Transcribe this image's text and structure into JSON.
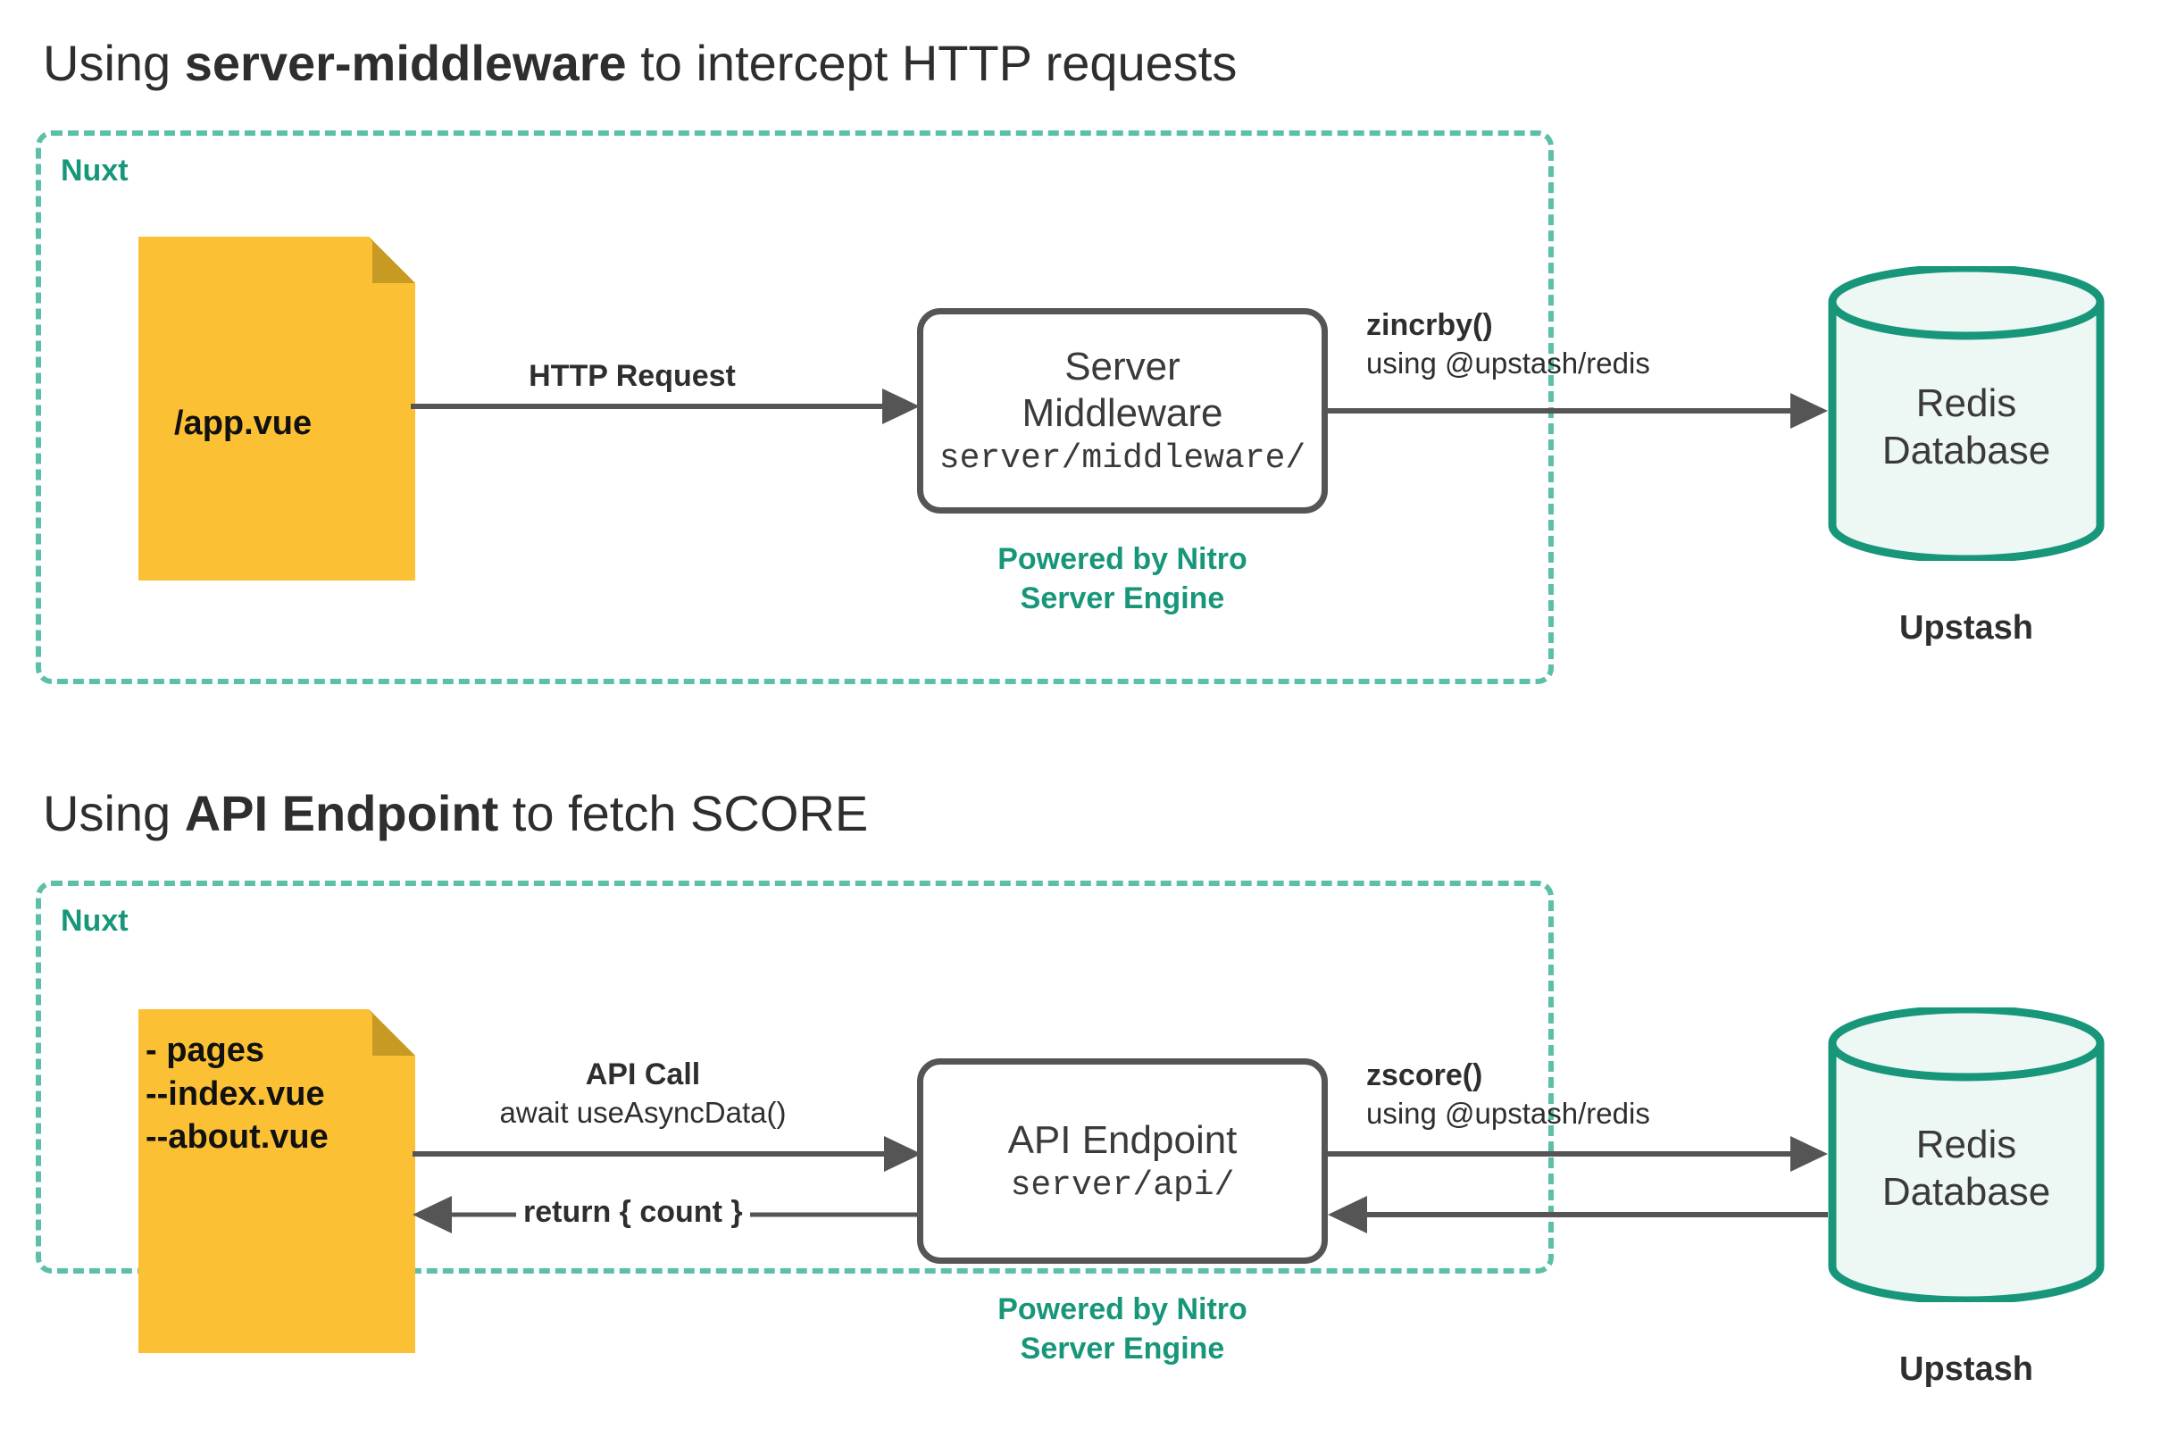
{
  "colors": {
    "nuxt_border": "#5cbfa8",
    "nuxt_label": "#17967a",
    "accent_teal": "#17967a",
    "file_yellow": "#FBC034",
    "file_fold": "#C69A23",
    "box_border": "#555555",
    "arrow": "#555555",
    "db_border": "#17967a",
    "db_fill": "#edf7f4",
    "text": "#2e2e2e"
  },
  "sections": [
    {
      "id": "middleware",
      "title": {
        "pre": "Using ",
        "bold": "server-middleware",
        "post": " to intercept HTTP requests"
      },
      "container_label": "Nuxt",
      "file": {
        "lines": "/app.vue"
      },
      "process": {
        "title": "Server\nMiddleware",
        "path": "server/middleware/",
        "powered": "Powered by Nitro\nServer Engine"
      },
      "database": {
        "name": "Redis\nDatabase",
        "caption": "Upstash"
      },
      "arrows": [
        {
          "id": "http-request",
          "label_bold": "HTTP Request",
          "label_plain": ""
        },
        {
          "id": "zincrby",
          "label_bold": "zincrby()",
          "label_plain": "using @upstash/redis"
        }
      ]
    },
    {
      "id": "api-endpoint",
      "title": {
        "pre": "Using ",
        "bold": "API Endpoint",
        "post": " to fetch SCORE"
      },
      "container_label": "Nuxt",
      "file": {
        "lines": "- pages\n--index.vue\n--about.vue"
      },
      "process": {
        "title": "API Endpoint",
        "path": "server/api/",
        "powered": "Powered by Nitro\nServer Engine"
      },
      "database": {
        "name": "Redis\nDatabase",
        "caption": "Upstash"
      },
      "arrows": [
        {
          "id": "api-call",
          "label_bold": "API Call",
          "label_plain": "await useAsyncData()"
        },
        {
          "id": "return-count",
          "label_bold": "return { count }",
          "label_plain": ""
        },
        {
          "id": "zscore",
          "label_bold": "zscore()",
          "label_plain": "using @upstash/redis"
        }
      ]
    }
  ]
}
